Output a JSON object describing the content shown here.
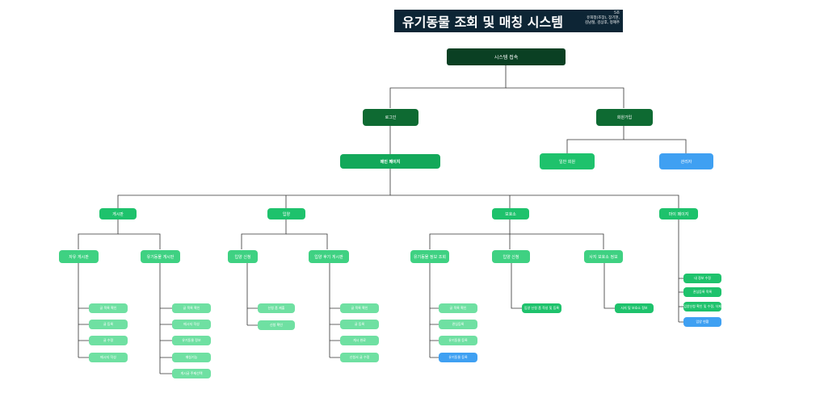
{
  "header": {
    "title": "유기동물 조회 및 매칭 시스템",
    "team": [
      "5조",
      "유희정(조장), 장기현,",
      "김남철, 김상후, 정혜주"
    ]
  },
  "nodes": {
    "root": "시스템 접속",
    "login": "로그인",
    "signup": "회원가입",
    "general_signup": "일반 회원",
    "admin": "관리자",
    "main_page": "메인 페이지",
    "board": "게시판",
    "adopt": "입양",
    "shelter": "보호소",
    "mypage": "마이 페이지",
    "free_board": "자유 게시판",
    "animal_board": "유기동물 게시판",
    "adopt_apply": "입양 신청",
    "adopt_review_board": "입양 후기 게시판",
    "animal_info": "유기동물 정보 조회",
    "adopt_apply_s": "입양 신청",
    "lost_pet_report": "사지 보호소 정보",
    "free_leaves": [
      "글 목록 확인",
      "글 등록",
      "글 수정",
      "메시지 작성"
    ],
    "animal_leaves": [
      "글 목록 확인",
      "메시지 작성",
      "유기동물 정보",
      "매칭기능",
      "게시글 주제선택"
    ],
    "adopt_leaves": [
      "신청 폼 제출",
      "신청 확인"
    ],
    "review_leaves": [
      "글 목록 확인",
      "글 등록",
      "게시 완료",
      "신청서 글 수정"
    ],
    "info_leaves": [
      "글 목록 확인",
      "관심등록",
      "유기동물 등록"
    ],
    "info_blue": "유기동물 등록",
    "adopt_s_leaf": "입양 신청 폼 작성 및 등록",
    "lost_leaf": "사지 및 보호소 정보",
    "mypage_leaves": [
      "내 정보 수정",
      "관심등록 목록",
      "입양신청 확인 및 수정, 삭제"
    ],
    "mypage_blue": "입양 현황"
  }
}
